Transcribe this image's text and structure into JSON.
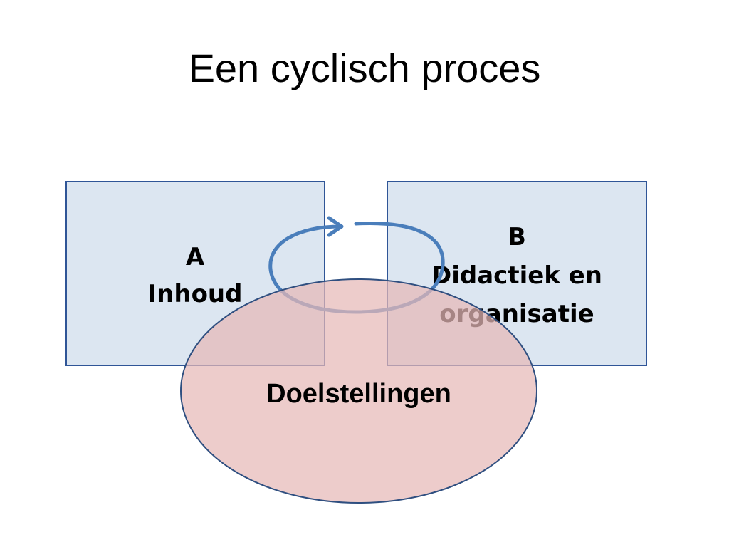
{
  "title": "Een cyclisch proces",
  "box_a": {
    "letter": "A",
    "label": "Inhoud"
  },
  "box_b": {
    "letter": "B",
    "label_line1": "Didactiek en",
    "label_line2": "organisatie"
  },
  "ellipse": {
    "label": "Doelstellingen"
  },
  "colors": {
    "box_fill": "#dce6f1",
    "box_stroke": "#2f5597",
    "ellipse_fill": "#e6b8b7",
    "ellipse_stroke": "#2f4f80",
    "arrow": "#4a7ebb",
    "text": "#000000"
  }
}
